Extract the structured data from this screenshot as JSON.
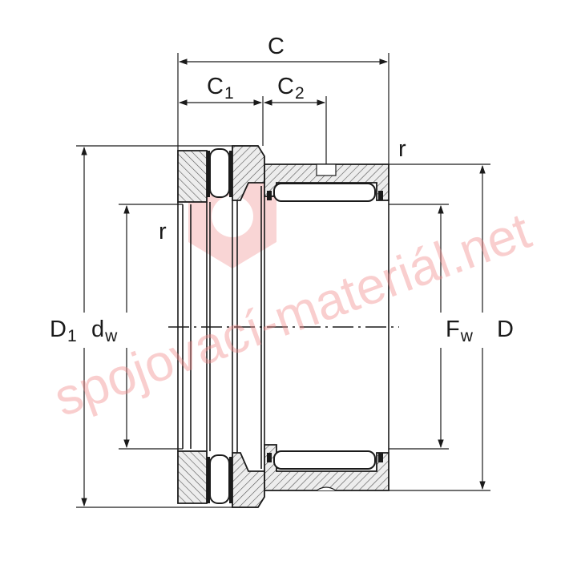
{
  "labels": {
    "c": "C",
    "c1_main": "C",
    "c1_sub": "1",
    "c2_main": "C",
    "c2_sub": "2",
    "r_top": "r",
    "r_left": "r",
    "d1_main": "D",
    "d1_sub": "1",
    "dw_main": "d",
    "dw_sub": "w",
    "fw_main": "F",
    "fw_sub": "w",
    "d": "D"
  },
  "watermark": {
    "text": "spojovací-materiál.net",
    "color": "#f08a8a"
  },
  "colors": {
    "line": "#1a1a1a",
    "section": "#e6e6e6",
    "hatch": "#555555",
    "roller": "#ffffff"
  }
}
